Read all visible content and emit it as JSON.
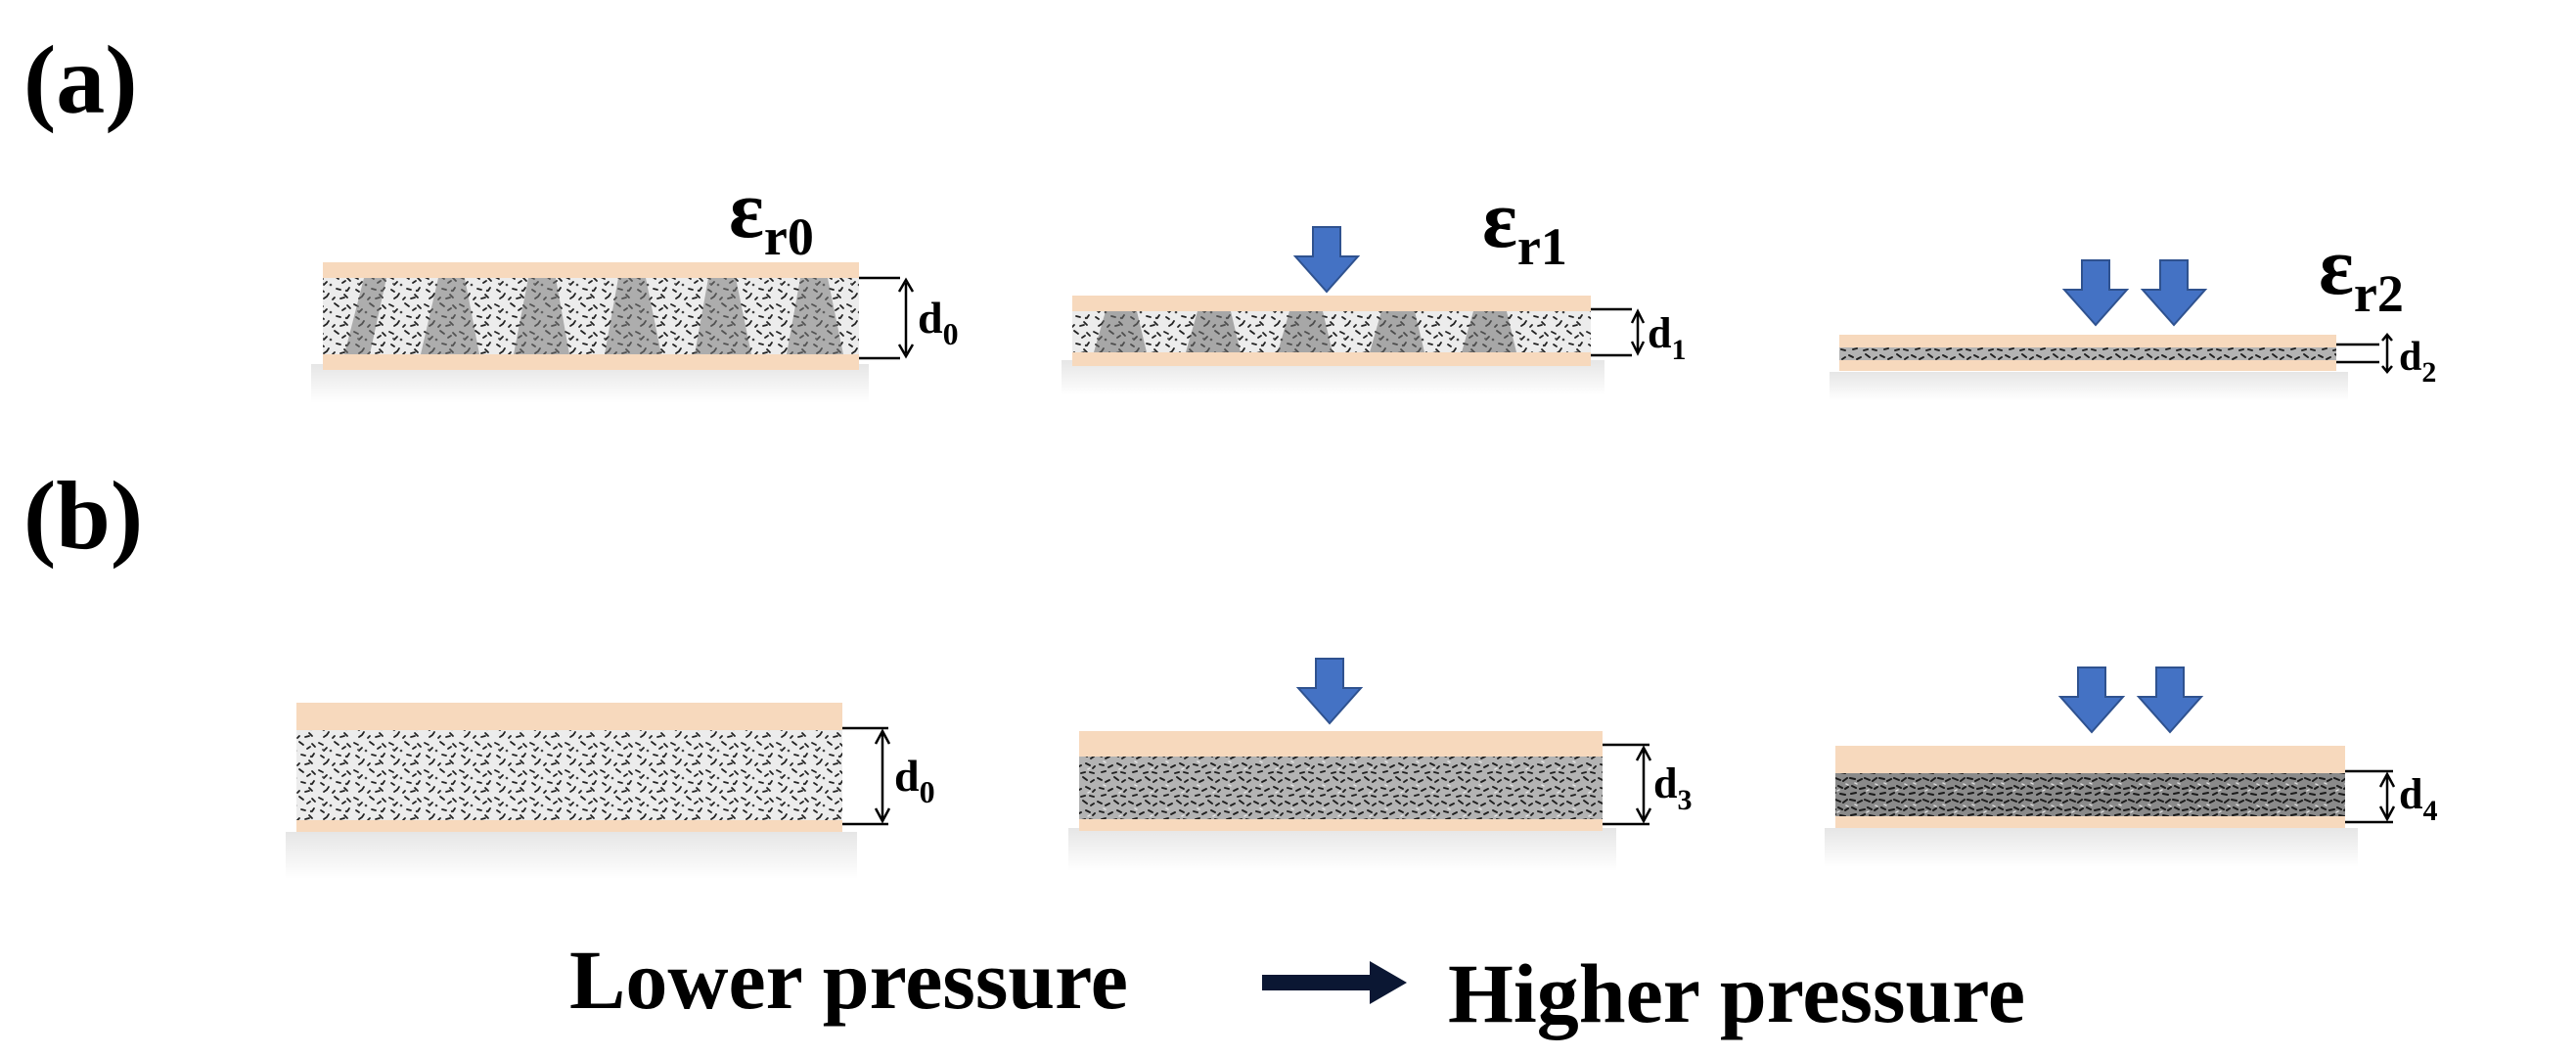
{
  "panels": [
    {
      "label": "(a)",
      "items": [
        {
          "pressure_arrows": 0,
          "epsilon": {
            "symbol": "ε",
            "subscript": "r0"
          },
          "thickness": {
            "symbol": "d",
            "subscript": "0"
          },
          "fill": "cones"
        },
        {
          "pressure_arrows": 1,
          "epsilon": {
            "symbol": "ε",
            "subscript": "r1"
          },
          "thickness": {
            "symbol": "d",
            "subscript": "1"
          },
          "fill": "cones"
        },
        {
          "pressure_arrows": 2,
          "epsilon": {
            "symbol": "ε",
            "subscript": "r2"
          },
          "thickness": {
            "symbol": "d",
            "subscript": "2"
          },
          "fill": "cones"
        }
      ]
    },
    {
      "label": "(b)",
      "items": [
        {
          "pressure_arrows": 0,
          "thickness": {
            "symbol": "d",
            "subscript": "0"
          },
          "fill": "porous"
        },
        {
          "pressure_arrows": 1,
          "thickness": {
            "symbol": "d",
            "subscript": "3"
          },
          "fill": "porous"
        },
        {
          "pressure_arrows": 2,
          "thickness": {
            "symbol": "d",
            "subscript": "4"
          },
          "fill": "porous"
        }
      ]
    }
  ],
  "caption": {
    "left": "Lower pressure",
    "right": "Higher pressure",
    "arrow_icon": "right-arrow-icon"
  },
  "colors": {
    "electrode": "#f7d9bd",
    "arrow": "#4472c4",
    "arrow_outline": "#2f528f",
    "caption_arrow": "#0b1733",
    "dielectric_light": "#eeeeee",
    "dielectric_dark": "#333333"
  }
}
